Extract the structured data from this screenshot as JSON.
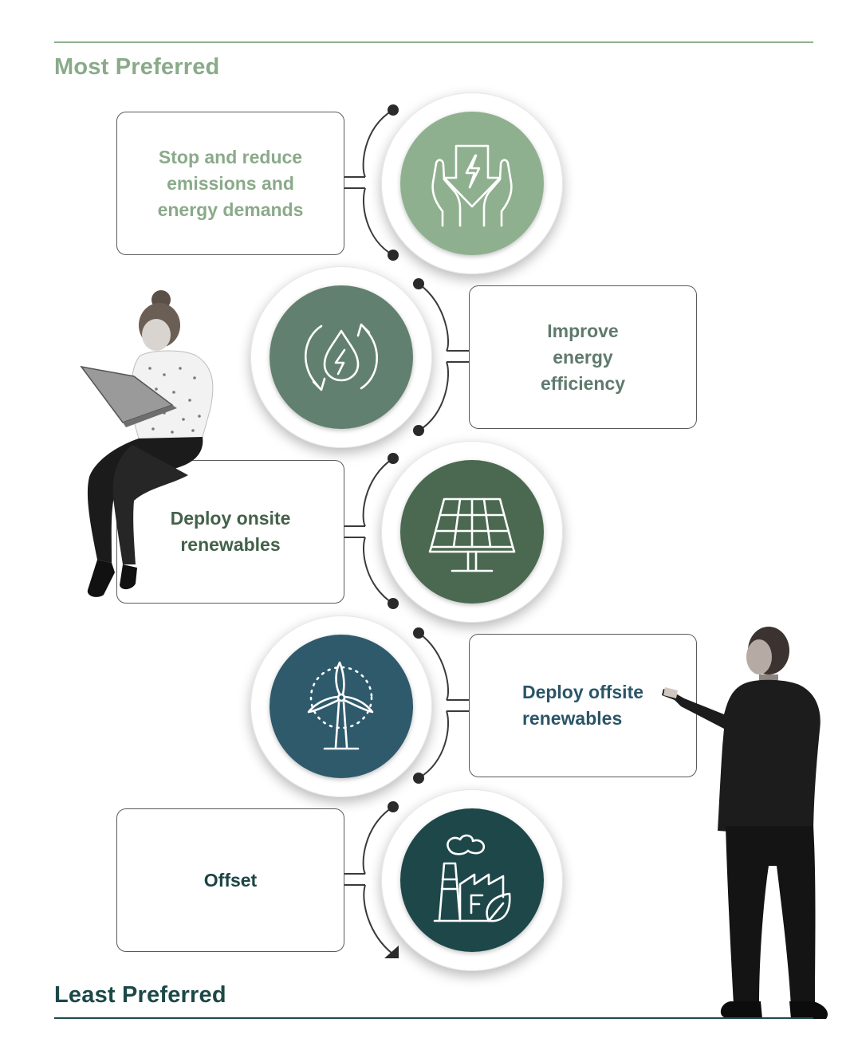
{
  "header": {
    "most_preferred": "Most Preferred"
  },
  "footer": {
    "least_preferred": "Least Preferred"
  },
  "steps": [
    {
      "label": "Stop and reduce\nemissions and\nenergy demands",
      "icon": "hands-energy-arrow-icon",
      "color": "#8fb08f",
      "text_color": "#8aaa8a"
    },
    {
      "label": "Improve\nenergy\nefficiency",
      "icon": "recycle-drop-icon",
      "color": "#62806f",
      "text_color": "#5f7a6d"
    },
    {
      "label": "Deploy onsite\nrenewables",
      "icon": "solar-panel-icon",
      "color": "#4a6950",
      "text_color": "#44614a"
    },
    {
      "label": "Deploy offsite\nrenewables",
      "icon": "wind-turbine-icon",
      "color": "#2e5a6c",
      "text_color": "#2b5568"
    },
    {
      "label": "Offset",
      "icon": "factory-leaf-icon",
      "color": "#1e474a",
      "text_color": "#1d4446"
    }
  ],
  "illustrations": [
    "woman-with-laptop-icon",
    "man-in-suit-pointing-icon"
  ]
}
